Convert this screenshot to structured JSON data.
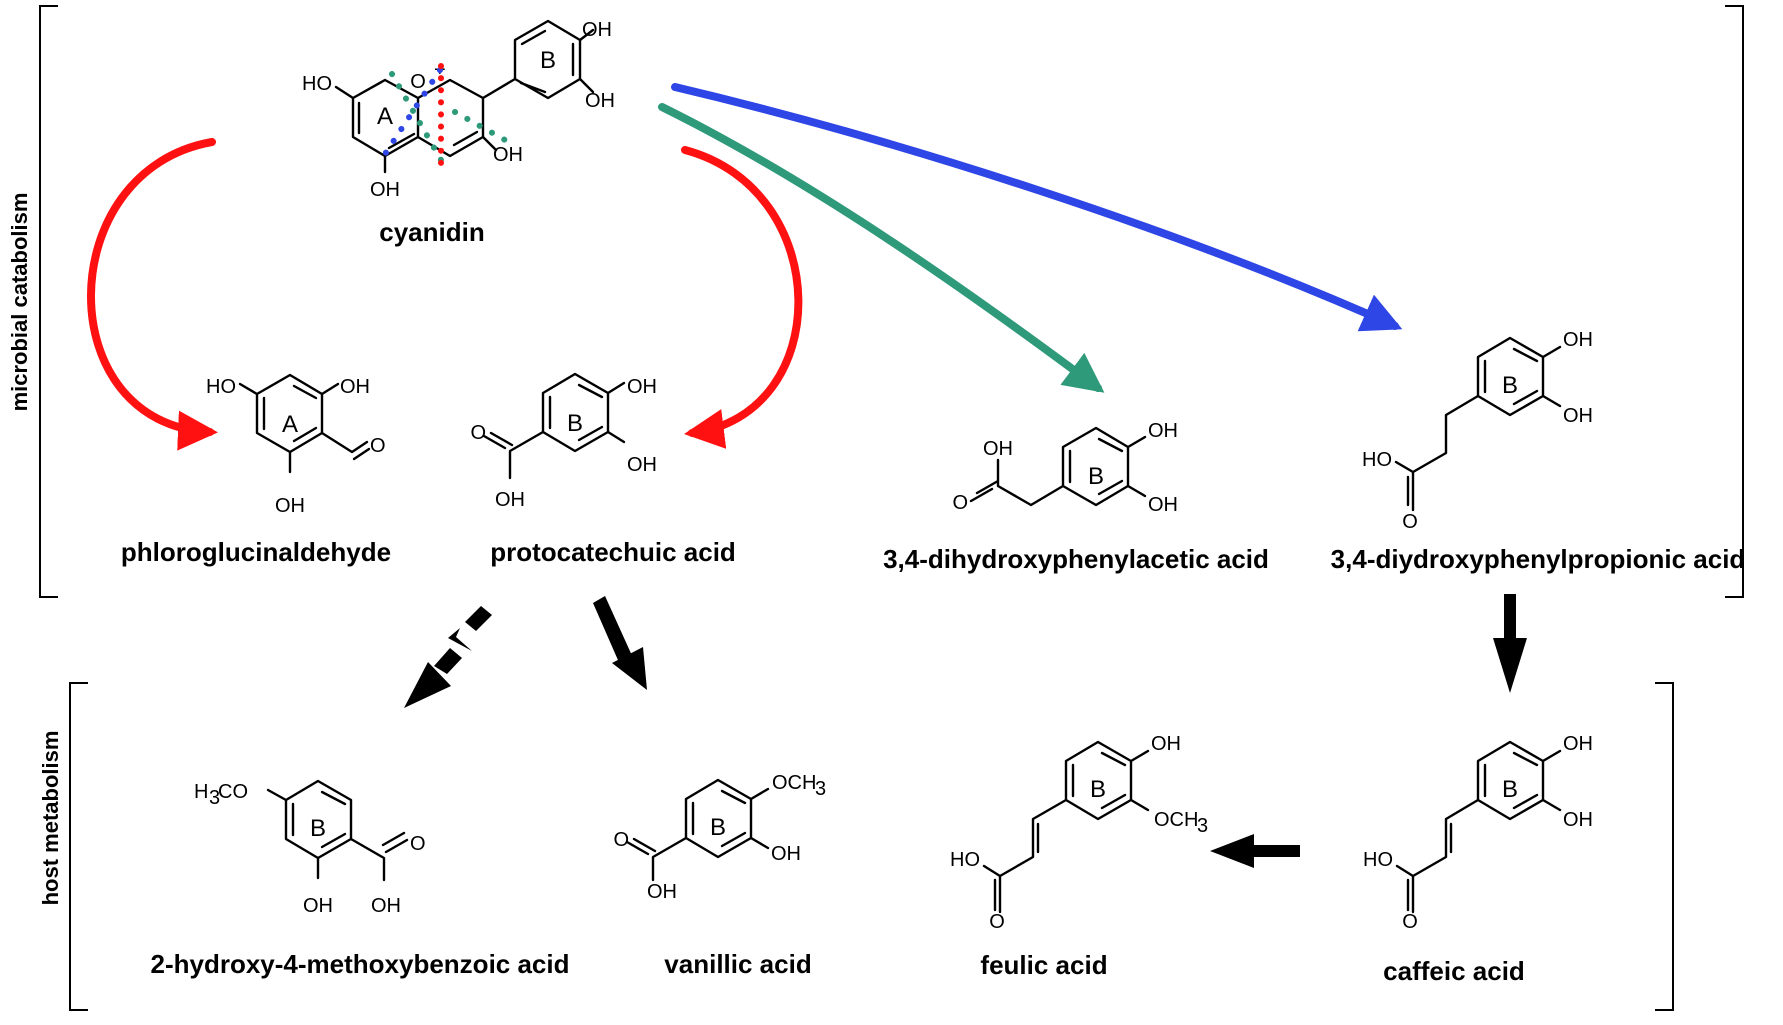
{
  "section_labels": {
    "microbial": "microbial catabolism",
    "host": "host metabolism"
  },
  "compounds": {
    "cyanidin": "cyanidin",
    "phloroglucinaldehyde": "phloroglucinaldehyde",
    "protocatechuic": "protocatechuic acid",
    "dhpa": "3,4-dihydroxyphenylacetic acid",
    "dhpp": "3,4-diydroxyphenylpropionic acid",
    "hmba": "2-hydroxy-4-methoxybenzoic acid",
    "vanillic": "vanillic acid",
    "ferulic": "feulic acid",
    "caffeic": "caffeic acid"
  },
  "atoms": {
    "oh": "OH",
    "ho": "HO",
    "o": "O",
    "o_plus": "O",
    "plus": "+",
    "och3": "OCH",
    "h3co": "H",
    "h3co_3": "3",
    "h3co_co": "CO",
    "sub3": "3"
  },
  "rings": {
    "a": "A",
    "b": "B"
  },
  "colors": {
    "red": "#ff1111",
    "green": "#2e9a7a",
    "blue": "#2f46e6",
    "black": "#000000"
  }
}
